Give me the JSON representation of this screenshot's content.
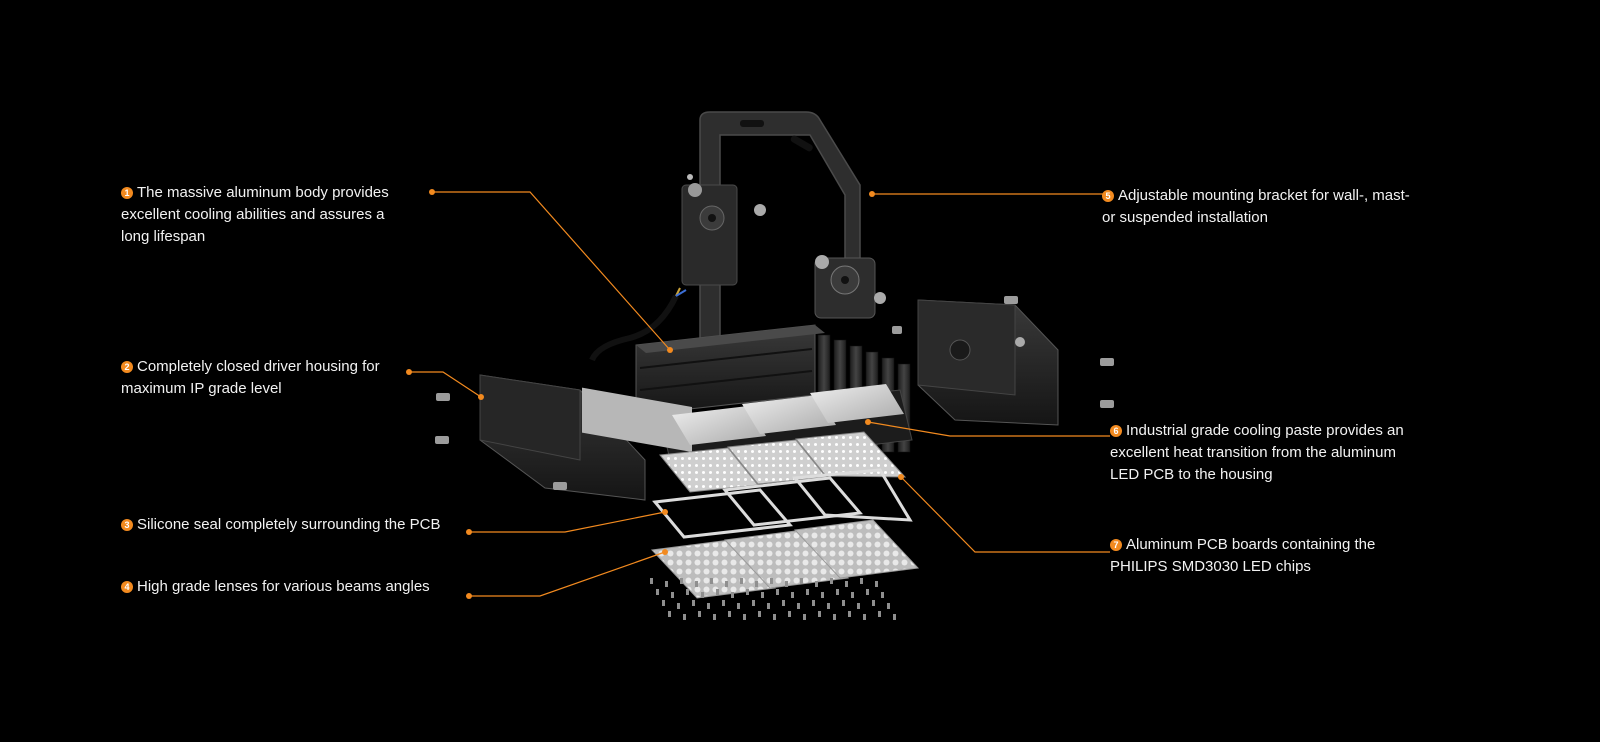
{
  "callouts": [
    {
      "id": "c1",
      "number": "1",
      "lines": [
        "The massive aluminum body provides",
        "excellent cooling abilities and assures a",
        "long lifespan"
      ]
    },
    {
      "id": "c2",
      "number": "2",
      "lines": [
        "Completely closed driver housing for",
        "maximum IP grade level"
      ]
    },
    {
      "id": "c3",
      "number": "3",
      "lines": [
        "Silicone seal completely surrounding the PCB"
      ]
    },
    {
      "id": "c4",
      "number": "4",
      "lines": [
        "High grade lenses for various beams angles"
      ]
    },
    {
      "id": "c5",
      "number": "5",
      "lines": [
        "Adjustable mounting bracket for wall-, mast-",
        "or suspended installation"
      ]
    },
    {
      "id": "c6",
      "number": "6",
      "lines": [
        "Industrial grade cooling paste provides an",
        "excellent heat transition from the aluminum",
        "LED PCB to the housing"
      ]
    },
    {
      "id": "c7",
      "number": "7",
      "lines": [
        "Aluminum PCB boards containing the",
        "PHILIPS SMD3030 LED chips"
      ]
    }
  ],
  "colors": {
    "background": "#000000",
    "accent": "#f28a1f",
    "text": "#f2f2f2",
    "housing": "#2b2b2b",
    "pcb": "#d8d8d8"
  }
}
